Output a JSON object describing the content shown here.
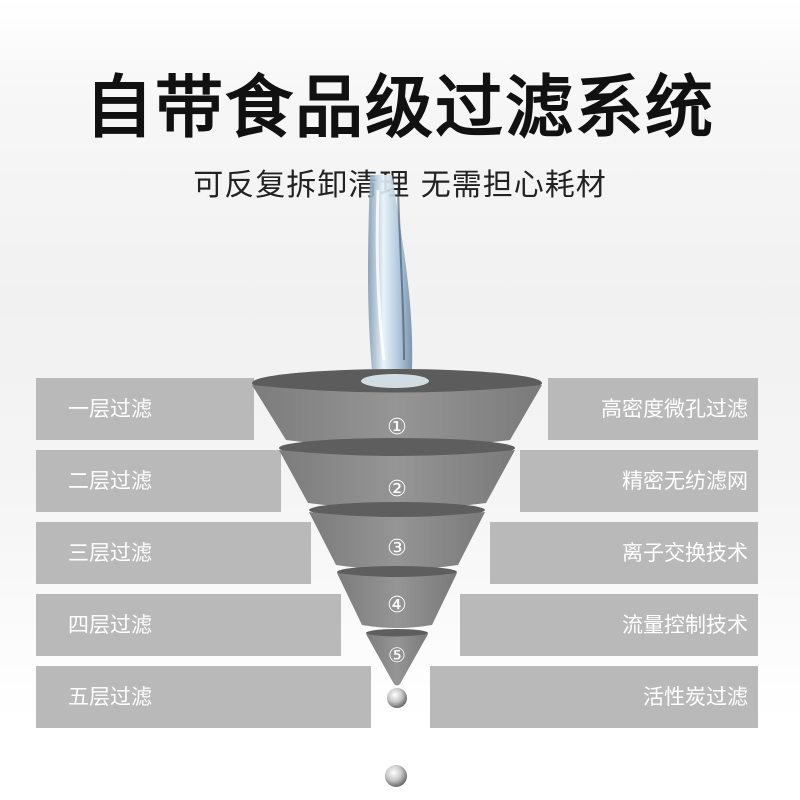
{
  "title": "自带食品级过滤系统",
  "subtitle": "可反复拆卸清理 无需担心耗材",
  "layers": [
    {
      "left_label": "一层过滤",
      "number": "①",
      "right_label": "高密度微孔过滤"
    },
    {
      "left_label": "二层过滤",
      "number": "②",
      "right_label": "精密无纺滤网"
    },
    {
      "left_label": "三层过滤",
      "number": "③",
      "right_label": "离子交换技术"
    },
    {
      "left_label": "四层过滤",
      "number": "④",
      "right_label": "流量控制技术"
    },
    {
      "left_label": "五层过滤",
      "number": "⑤",
      "right_label": "活性炭过滤"
    }
  ],
  "colors": {
    "bar": "#b9b9b9",
    "funnel": "#8c8c8c",
    "funnel_rim": "#5f5f5f",
    "water": "#cfe3f2"
  }
}
